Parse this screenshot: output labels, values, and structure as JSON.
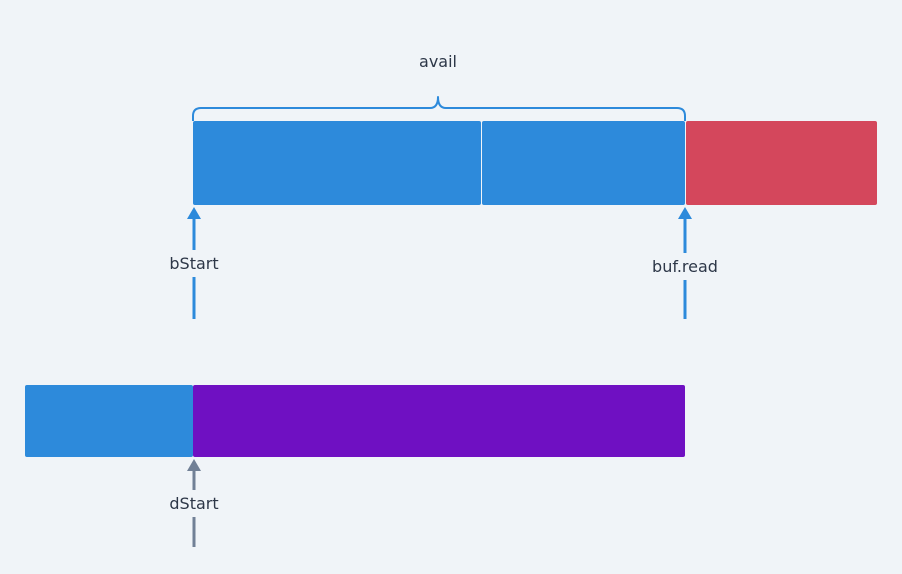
{
  "labels": {
    "avail": "avail",
    "bStart": "bStart",
    "buf_read": "buf.read",
    "dStart": "dStart"
  },
  "colors": {
    "background": "#f0f4f8",
    "blue": "#2d8adb",
    "red": "#d4475c",
    "purple": "#6f10c2",
    "gray_arrow": "#718096",
    "text": "#2d3748"
  }
}
